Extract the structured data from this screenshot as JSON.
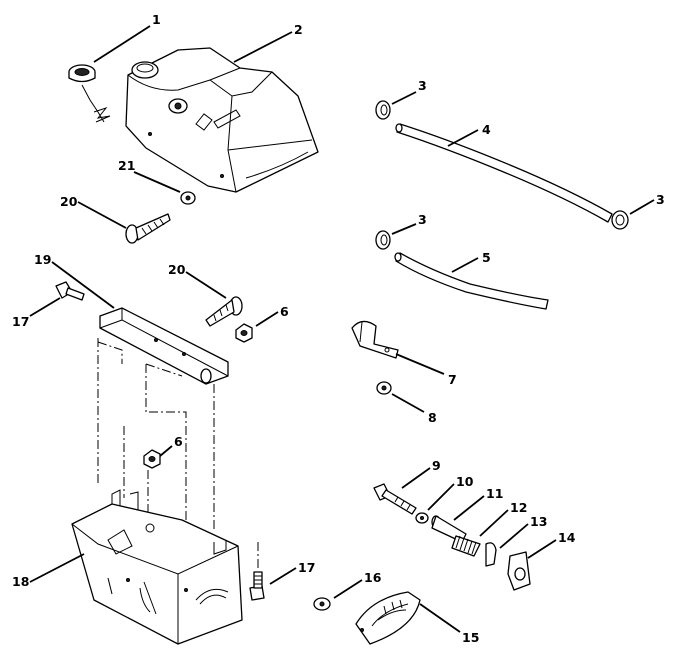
{
  "callouts": [
    "1",
    "2",
    "3",
    "4",
    "3",
    "3",
    "5",
    "19",
    "20",
    "6",
    "17",
    "7",
    "8",
    "6",
    "9",
    "10",
    "11",
    "12",
    "13",
    "14",
    "18",
    "17",
    "16",
    "15",
    "21",
    "20"
  ]
}
